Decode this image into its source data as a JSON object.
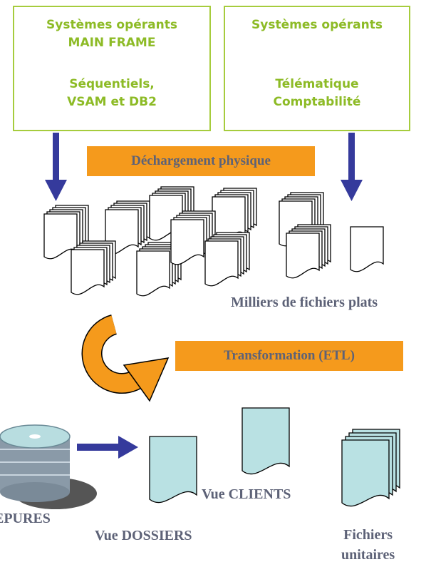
{
  "source_box_mainframe": {
    "line1": "Systèmes opérants",
    "line2": "MAIN FRAME",
    "line3": "Séquentiels,",
    "line4": "VSAM et DB2"
  },
  "source_box_other": {
    "line1": "Systèmes opérants",
    "line3": "Télématique",
    "line4": "Comptabilité"
  },
  "labels": {
    "dechargement": "Déchargement physique",
    "milliers": "Milliers de fichiers plats",
    "transformation": "Transformation (ETL)",
    "epures": "EPURES",
    "vue_dossiers": "Vue DOSSIERS",
    "vue_clients": "Vue CLIENTS",
    "fichiers_1": "Fichiers",
    "fichiers_2": "unitaires"
  },
  "colors": {
    "box_border": "#a6cc3d",
    "box_text": "#8dbb26",
    "orange": "#f59a1c",
    "arrow_blue": "#353a9c",
    "label_text": "#5d6277",
    "doc_fill": "#b9e1e3"
  },
  "icons": [
    "down-arrow-icon",
    "document-stack-icon",
    "circular-arrow-icon",
    "database-disk-icon",
    "right-arrow-icon",
    "document-icon"
  ]
}
